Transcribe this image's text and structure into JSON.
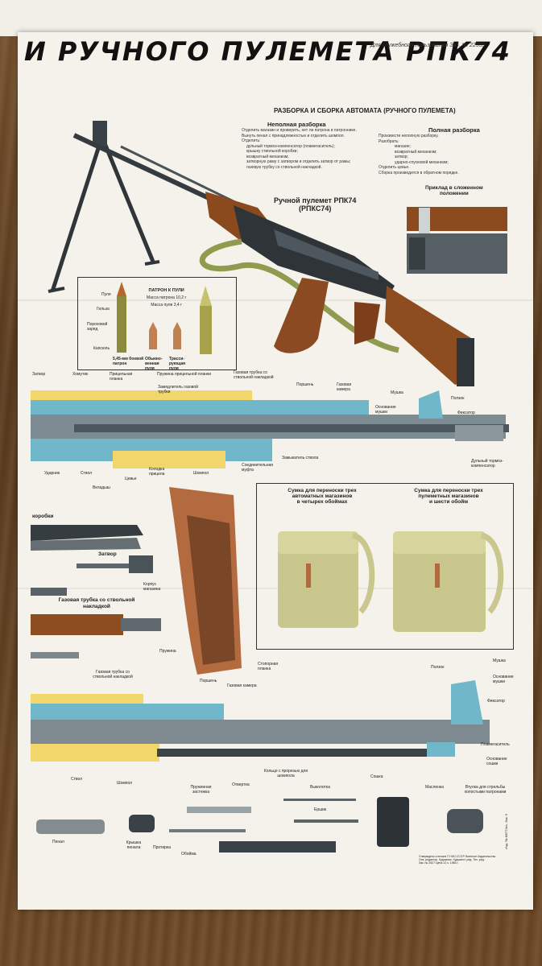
{
  "title": "И РУЧНОГО ПУЛЕМЕТА РПК74",
  "stamp": "Для служебного пользования Экз. № 22559",
  "subtitle": "РАЗБОРКА И СБОРКА АВТОМАТА (РУЧНОГО ПУЛЕМЕТА)",
  "partial": {
    "heading": "Неполная разборка",
    "lines": [
      "Отделить магазин и проверить, нет ли патрона в патроннике.",
      "Вынуть пенал с принадлежностью и отделить шомпол.",
      "Отделить:",
      "дульный тормоз-компенсатор (пламегаситель);",
      "крышку ствольной коробки;",
      "возвратный механизм;",
      "затворную раму с затвором и отделить затвор от рамы;",
      "газовую трубку со ствольной накладкой."
    ]
  },
  "full": {
    "heading": "Полная разборка",
    "lines": [
      "Произвести неполную разборку.",
      "Разобрать:",
      "магазин;",
      "возвратный механизм;",
      "затвор;",
      "ударно-спусковой механизм;",
      "Отделить цевье.",
      "Сборка производится в обратном порядке."
    ]
  },
  "gun_name": {
    "line1": "Ручной пулемет РПК74",
    "line2": "(РПКС74)"
  },
  "folded_stock": {
    "line1": "Приклад в сложенном",
    "line2": "положении"
  },
  "cartridge": {
    "heading": "ПАТРОН К ПУЛИ",
    "mass1": "Масса патрона 10,2 г",
    "mass2": "Масса пули 3,4 г",
    "labels": [
      "Пуля",
      "Гильза",
      "Пороховой заряд",
      "Капсюль"
    ],
    "captions": [
      "5,45-мм боевой патрон",
      "Обыкно-венная пуля",
      "Трасси-рующая пуля"
    ]
  },
  "section_top_labels": [
    "Затвор",
    "Хомутик",
    "Прицельная планка",
    "Пружина прицельной планки",
    "Замедлитель газовой трубки",
    "Газовая трубка со ствольной накладкой",
    "Поршень",
    "Газовая камера",
    "Мушка",
    "Основание мушки",
    "Ползок",
    "Фиксатор",
    "Дульный тормоз-компенсатор"
  ],
  "section_bottom_labels": [
    "Ударник",
    "Ствол",
    "Вкладыш",
    "Цевье",
    "Колодка прицела",
    "Шомпол",
    "Соединительная муфта",
    "Замыкатель ствола"
  ],
  "parts_left": {
    "receiver": "коробки",
    "bolt": "Затвор",
    "gas_tube": "Газовая трубка со ствольной накладкой"
  },
  "magazine": {
    "body": "Корпус магазина",
    "spring": "Пружина",
    "plate": "Стопорная планка"
  },
  "bags": {
    "left": {
      "line1": "Сумка для переноски трех",
      "line2": "автоматных магазинов",
      "line3": "в четырех обоймах"
    },
    "right": {
      "line1": "Сумка для переноски трех",
      "line2": "пулеметных магазинов",
      "line3": "и шести обойм"
    }
  },
  "lower_labels": [
    "Газовая трубка со ствольной накладкой",
    "Поршень",
    "Газовая камера",
    "Ползок",
    "Мушка",
    "Основание мушки",
    "Фиксатор",
    "Пламегаситель",
    "Основание сошки",
    "Ствол",
    "Шомпол",
    "Кольцо с прорезью для шомпола",
    "Сошка",
    "Пружинная застежка"
  ],
  "accessory_labels": [
    "Отвертка",
    "Выколотка",
    "Ершик",
    "Масленка",
    "Втулка для стрельбы холостыми патронами",
    "Пенал",
    "Крышка пенала",
    "Протирка",
    "Обойма"
  ],
  "footer": {
    "line1": "Утверждено к печати ГУ МО СССР. Военное Издательство",
    "line2": "Отв. редактор. Художник. Художест. ред. Тех. ред.",
    "line3": "Зак. № 2527 Цена 12 к. 1984 г."
  },
  "side_note": "Изд. № 8/9774нс. Зак. 5",
  "colors": {
    "paper": "#f4f2ea",
    "steel": "#3a4247",
    "wood": "#8a4a1e",
    "section_blue": "#6fb7c9",
    "section_yellow": "#f1d66b",
    "canvas": "#c9c78d",
    "mag_orange": "#b46a3f"
  }
}
